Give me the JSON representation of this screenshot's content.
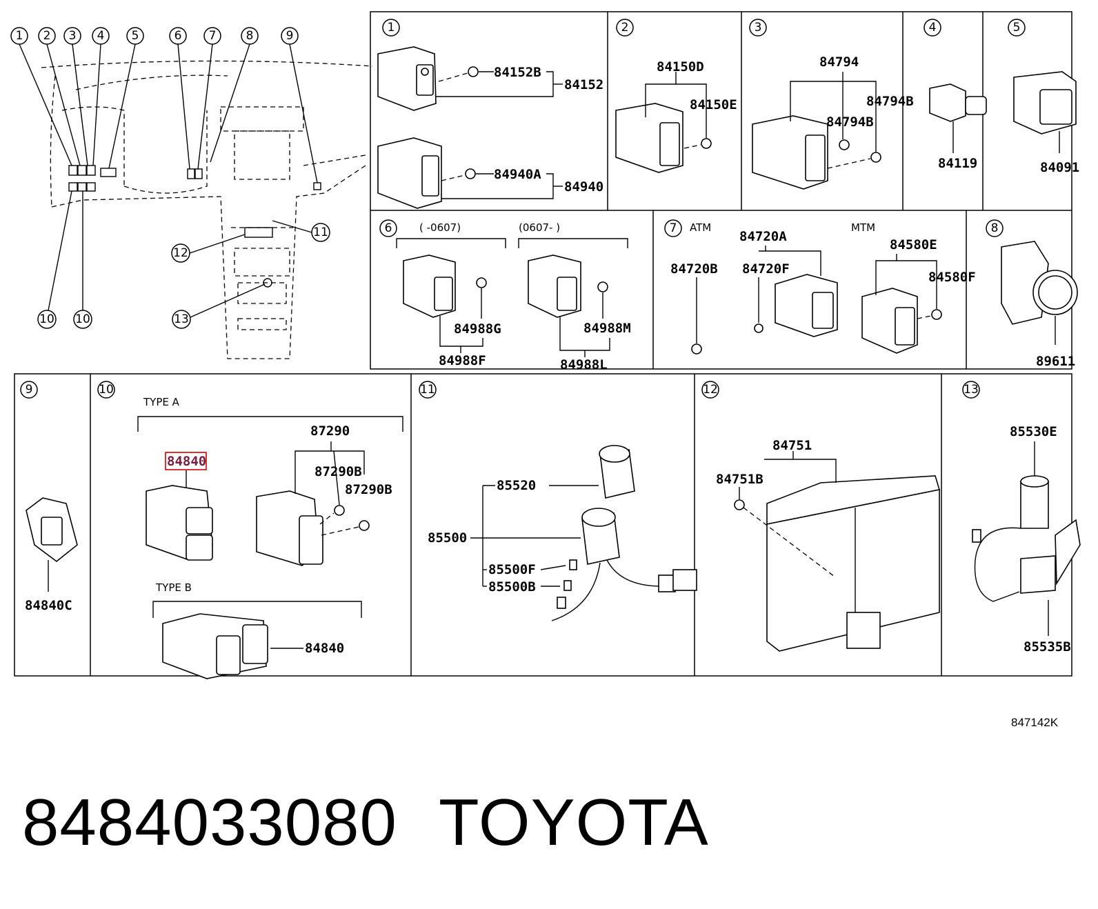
{
  "callouts_overview": [
    "1",
    "2",
    "3",
    "4",
    "5",
    "6",
    "7",
    "8",
    "9",
    "10",
    "10",
    "11",
    "12",
    "13"
  ],
  "panels": {
    "p1": {
      "num": "1",
      "labels": [
        "84152B",
        "84152",
        "84940A",
        "84940"
      ]
    },
    "p2": {
      "num": "2",
      "labels": [
        "84150D",
        "84150E"
      ]
    },
    "p3": {
      "num": "3",
      "labels": [
        "84794",
        "84794B",
        "84794B"
      ]
    },
    "p4": {
      "num": "4",
      "labels": [
        "84119"
      ]
    },
    "p5": {
      "num": "5",
      "labels": [
        "84091"
      ]
    },
    "p6": {
      "num": "6",
      "range_a": "(      -0607)",
      "range_b": "(0607-      )",
      "labels": [
        "84988G",
        "84988F",
        "84988M",
        "84988L"
      ]
    },
    "p7": {
      "num": "7",
      "atm": "ATM",
      "mtm": "MTM",
      "labels": [
        "84720A",
        "84720B",
        "84720F",
        "84580E",
        "84580F"
      ]
    },
    "p8": {
      "num": "8",
      "labels": [
        "89611"
      ]
    },
    "p9": {
      "num": "9",
      "labels": [
        "84840C"
      ]
    },
    "p10": {
      "num": "10",
      "type_a": "TYPE A",
      "type_b": "TYPE B",
      "labels": [
        "84840",
        "87290",
        "87290B",
        "87290B",
        "84840"
      ]
    },
    "p11": {
      "num": "11",
      "labels": [
        "85520",
        "85500",
        "85500F",
        "85500B"
      ]
    },
    "p12": {
      "num": "12",
      "labels": [
        "84751",
        "84751B"
      ]
    },
    "p13": {
      "num": "13",
      "labels": [
        "85530E",
        "85535B"
      ]
    }
  },
  "ref_code": "847142K",
  "footer": {
    "part_number": "8484033080",
    "brand": "TOYOTA"
  },
  "highlight_color": "#cc0000"
}
